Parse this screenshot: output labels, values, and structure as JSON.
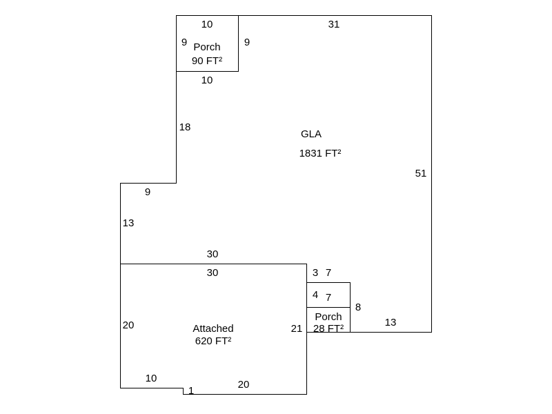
{
  "areas": {
    "gla": {
      "name": "GLA",
      "area": "1831 FT²"
    },
    "porch_top": {
      "name": "Porch",
      "area": "90 FT²"
    },
    "attached": {
      "name": "Attached",
      "area": "620 FT²"
    },
    "porch_small": {
      "name": "Porch",
      "area": "28 FT²"
    }
  },
  "dimensions": {
    "porch_top_top": "10",
    "porch_top_left": "9",
    "porch_top_right": "9",
    "porch_top_bottom": "10",
    "gla_top": "31",
    "gla_right": "51",
    "gla_left_upper": "18",
    "gla_step": "9",
    "gla_left_lower": "13",
    "gla_bottom": "30",
    "attached_top": "30",
    "attached_left": "20",
    "attached_right": "21",
    "attached_bottom_left": "10",
    "attached_notch": "1",
    "attached_bottom_right": "20",
    "porch_small_a": "3",
    "porch_small_b": "7",
    "porch_small_c": "4",
    "porch_small_d": "7",
    "porch_small_right": "8",
    "gla_bottom_right": "13"
  }
}
